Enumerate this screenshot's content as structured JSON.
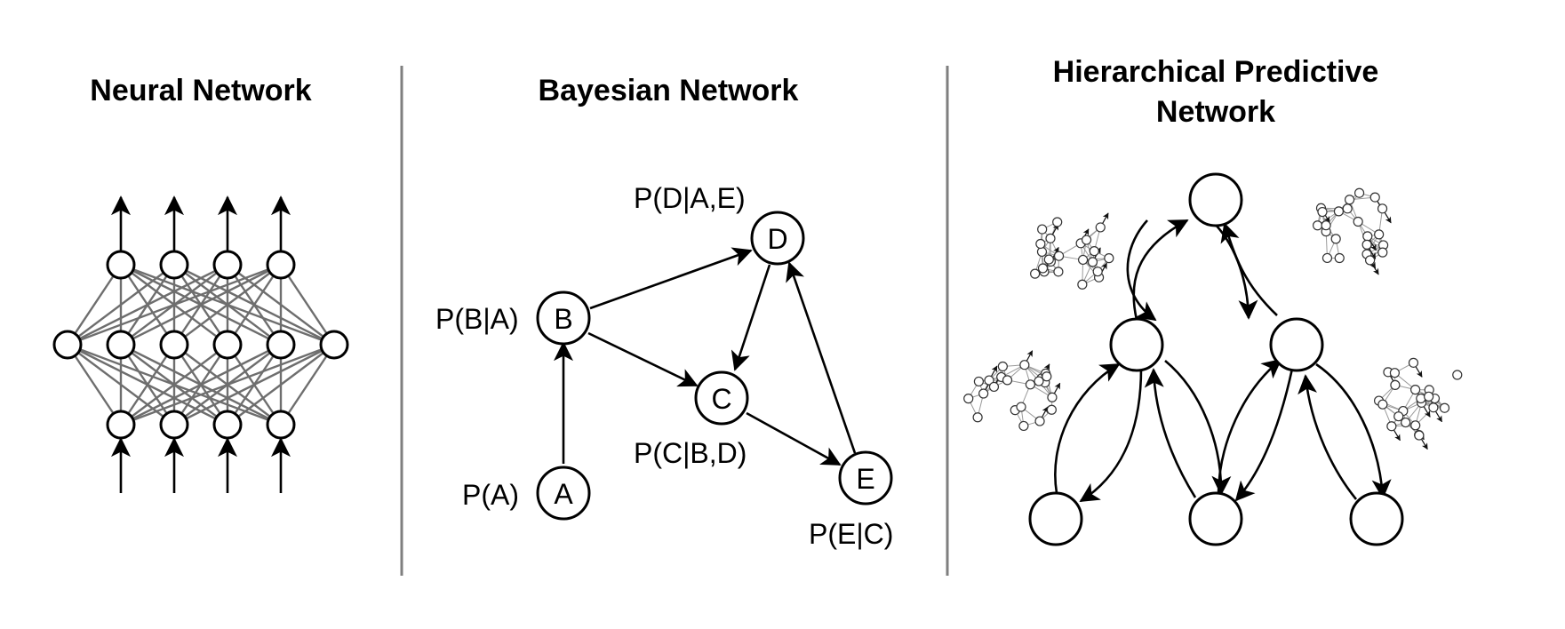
{
  "panels": {
    "neural": {
      "title": "Neural Network"
    },
    "bayesian": {
      "title": "Bayesian Network",
      "nodes": [
        {
          "id": "A",
          "label": "A",
          "prob": "P(A)"
        },
        {
          "id": "B",
          "label": "B",
          "prob": "P(B|A)"
        },
        {
          "id": "C",
          "label": "C",
          "prob": "P(C|B,D)"
        },
        {
          "id": "D",
          "label": "D",
          "prob": "P(D|A,E)"
        },
        {
          "id": "E",
          "label": "E",
          "prob": "P(E|C)"
        }
      ]
    },
    "hierarchical": {
      "title_line1": "Hierarchical Predictive",
      "title_line2": "Network"
    }
  }
}
